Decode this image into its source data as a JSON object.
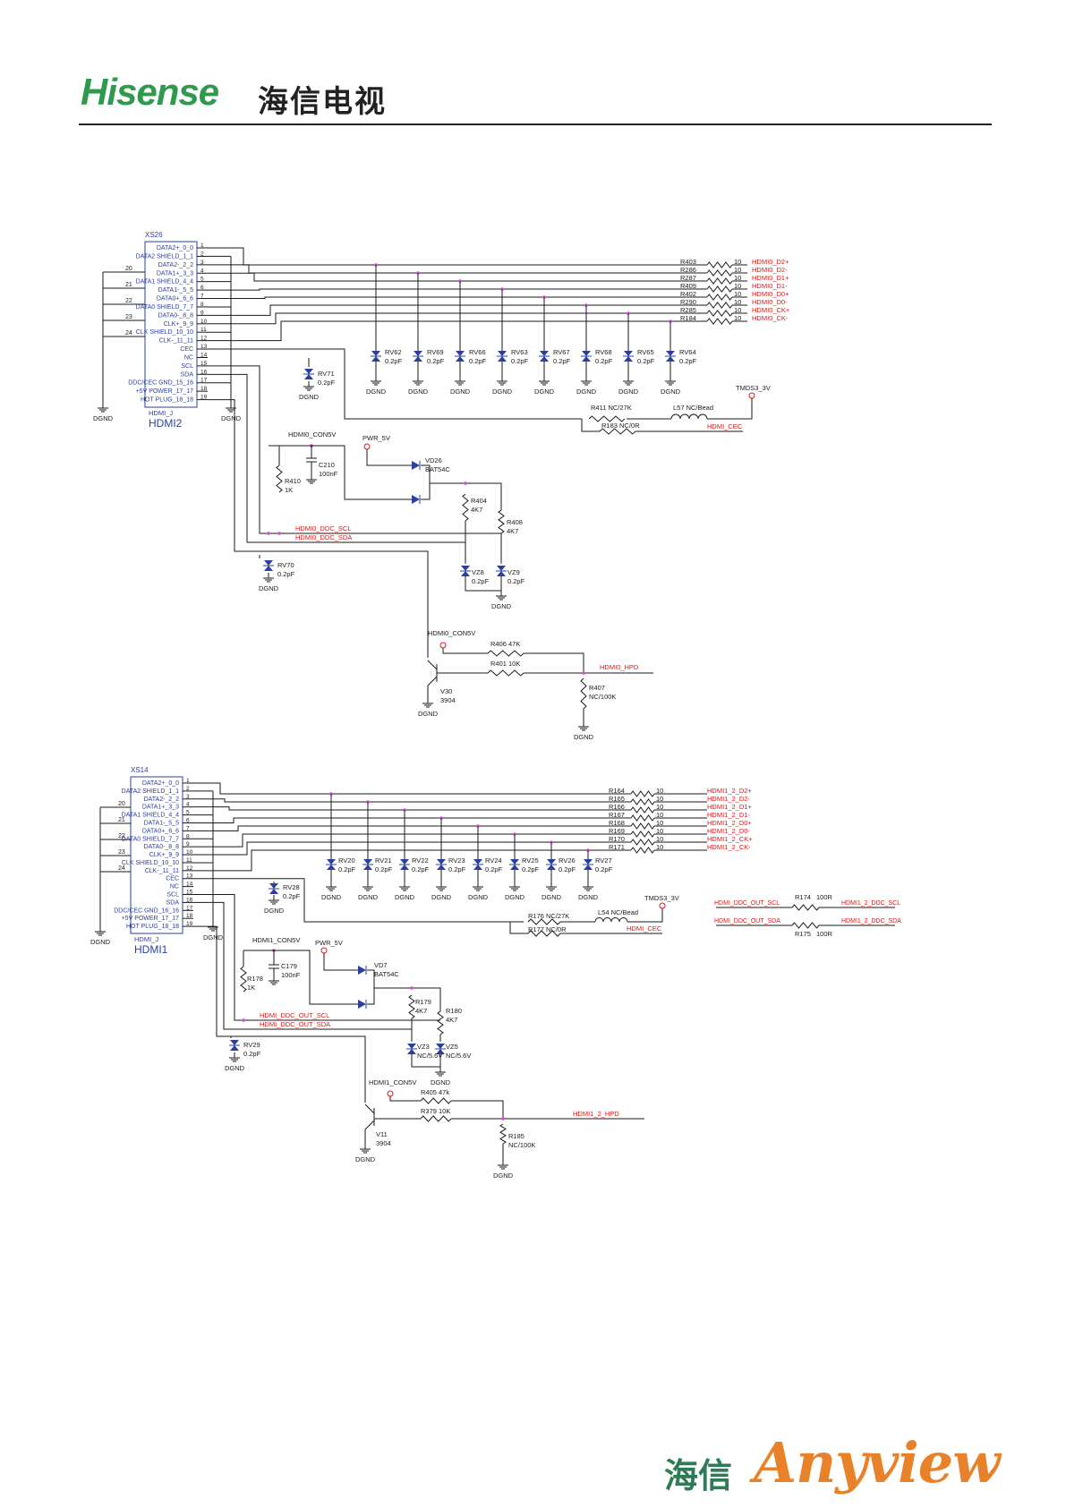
{
  "header": {
    "logo_text": "Hisense",
    "logo_cn": "海信电视"
  },
  "footer": {
    "brand_cn": "海信",
    "brand_en": "Anyview"
  },
  "colors": {
    "wire": "#1a1a1a",
    "connector": "#2b3f9e",
    "net_label": "#d31919",
    "junction": "#e040e0",
    "logo_green": "#2f9a4e",
    "anyview_orange": "#e8822a"
  },
  "hdmi2": {
    "ref": "XS26",
    "part": "HDMI_J",
    "name": "HDMI2",
    "pins": [
      "DATA2+_0_0",
      "DATA2 SHIELD_1_1",
      "DATA2-_2_2",
      "DATA1+_3_3",
      "DATA1 SHIELD_4_4",
      "DATA1-_5_5",
      "DATA0+_6_6",
      "DATA0 SHIELD_7_7",
      "DATA0-_8_8",
      "CLK+_9_9",
      "CLK SHIELD_10_10",
      "CLK-_11_11",
      "CEC",
      "NC",
      "SCL",
      "SDA",
      "DDC/CEC GND_15_16",
      "+5V POWER_17_17",
      "HOT PLUG_18_18"
    ],
    "pin_numbers": [
      "1",
      "2",
      "3",
      "4",
      "5",
      "6",
      "7",
      "8",
      "9",
      "10",
      "11",
      "12",
      "13",
      "14",
      "15",
      "16",
      "17",
      "18",
      "19"
    ],
    "gnd_pins": [
      "20",
      "21",
      "22",
      "23",
      "24"
    ],
    "series_resistors": [
      {
        "ref": "R403",
        "value": "10",
        "net": "HDMI0_D2+"
      },
      {
        "ref": "R286",
        "value": "10",
        "net": "HDMI0_D2-"
      },
      {
        "ref": "R287",
        "value": "10",
        "net": "HDMI0_D1+"
      },
      {
        "ref": "R409",
        "value": "10",
        "net": "HDMI0_D1-"
      },
      {
        "ref": "R402",
        "value": "10",
        "net": "HDMI0_D0+"
      },
      {
        "ref": "R290",
        "value": "10",
        "net": "HDMI0_D0-"
      },
      {
        "ref": "R285",
        "value": "10",
        "net": "HDMI0_CK+"
      },
      {
        "ref": "R184",
        "value": "10",
        "net": "HDMI0_CK-"
      }
    ],
    "tvs": [
      {
        "ref": "RV62",
        "value": "0.2pF"
      },
      {
        "ref": "RV69",
        "value": "0.2pF"
      },
      {
        "ref": "RV66",
        "value": "0.2pF"
      },
      {
        "ref": "RV63",
        "value": "0.2pF"
      },
      {
        "ref": "RV67",
        "value": "0.2pF"
      },
      {
        "ref": "RV68",
        "value": "0.2pF"
      },
      {
        "ref": "RV65",
        "value": "0.2pF"
      },
      {
        "ref": "RV64",
        "value": "0.2pF"
      }
    ],
    "rv71": {
      "ref": "RV71",
      "value": "0.2pF"
    },
    "rv70": {
      "ref": "RV70",
      "value": "0.2pF"
    },
    "r411": {
      "ref": "R411",
      "value": "NC/27K"
    },
    "r183": {
      "ref": "R183",
      "value": "NC/0R"
    },
    "l57": {
      "ref": "L57",
      "value": "NC/Bead"
    },
    "tmds": "TMDS3_3V",
    "cec_net": "HDMI_CEC",
    "con5v": "HDMI0_CON5V",
    "pwr": "PWR_5V",
    "vd": {
      "ref": "VD26",
      "value": "BAT54C"
    },
    "c": {
      "ref": "C210",
      "value": "100nF"
    },
    "r410": {
      "ref": "R410",
      "value": "1K"
    },
    "r404": {
      "ref": "R404",
      "value": "4K7"
    },
    "r408": {
      "ref": "R408",
      "value": "4K7"
    },
    "vz8": {
      "ref": "VZ8",
      "value": "0.2pF"
    },
    "vz9": {
      "ref": "VZ9",
      "value": "0.2pF"
    },
    "scl_net": "HDMI0_DDC_SCL",
    "sda_net": "HDMI0_DDC_SDA",
    "r406": {
      "ref": "R406",
      "value": "47K"
    },
    "r401": {
      "ref": "R401",
      "value": "10K"
    },
    "r407": {
      "ref": "R407",
      "value": "NC/100K"
    },
    "q": {
      "ref": "V30",
      "value": "3904"
    },
    "hpd_net": "HDMI0_HPD",
    "gnd": "DGND"
  },
  "hdmi1": {
    "ref": "XS14",
    "part": "HDMI_J",
    "name": "HDMI1",
    "pins": [
      "DATA2+_0_0",
      "DATA2 SHIELD_1_1",
      "DATA2-_2_2",
      "DATA1+_3_3",
      "DATA1 SHIELD_4_4",
      "DATA1-_5_5",
      "DATA0+_6_6",
      "DATA0 SHIELD_7_7",
      "DATA0-_8_8",
      "CLK+_9_9",
      "CLK SHIELD_10_10",
      "CLK-_11_11",
      "CEC",
      "NC",
      "SCL",
      "SDA",
      "DDC/CEC GND_16_16",
      "+5V POWER_17_17",
      "HOT PLUG_18_18"
    ],
    "pin_numbers": [
      "1",
      "2",
      "3",
      "4",
      "5",
      "6",
      "7",
      "8",
      "9",
      "10",
      "11",
      "12",
      "13",
      "14",
      "15",
      "16",
      "17",
      "18",
      "19"
    ],
    "gnd_pins": [
      "20",
      "21",
      "22",
      "23",
      "24"
    ],
    "series_resistors": [
      {
        "ref": "R164",
        "value": "10",
        "net": "HDMI1_2_D2+"
      },
      {
        "ref": "R165",
        "value": "10",
        "net": "HDMI1_2_D2-"
      },
      {
        "ref": "R166",
        "value": "10",
        "net": "HDMI1_2_D1+"
      },
      {
        "ref": "R167",
        "value": "10",
        "net": "HDMI1_2_D1-"
      },
      {
        "ref": "R168",
        "value": "10",
        "net": "HDMI1_2_D0+"
      },
      {
        "ref": "R169",
        "value": "10",
        "net": "HDMI1_2_D0-"
      },
      {
        "ref": "R170",
        "value": "10",
        "net": "HDMI1_2_CK+"
      },
      {
        "ref": "R171",
        "value": "10",
        "net": "HDMI1_2_CK-"
      }
    ],
    "tvs": [
      {
        "ref": "RV20",
        "value": "0.2pF"
      },
      {
        "ref": "RV21",
        "value": "0.2pF"
      },
      {
        "ref": "RV22",
        "value": "0.2pF"
      },
      {
        "ref": "RV23",
        "value": "0.2pF"
      },
      {
        "ref": "RV24",
        "value": "0.2pF"
      },
      {
        "ref": "RV25",
        "value": "0.2pF"
      },
      {
        "ref": "RV26",
        "value": "0.2pF"
      },
      {
        "ref": "RV27",
        "value": "0.2pF"
      }
    ],
    "rv28": {
      "ref": "RV28",
      "value": "0.2pF"
    },
    "rv29": {
      "ref": "RV29",
      "value": "0.2pF"
    },
    "r176": {
      "ref": "R176",
      "value": "NC/27K"
    },
    "r177": {
      "ref": "R177",
      "value": "NC/0R"
    },
    "l54": {
      "ref": "L54",
      "value": "NC/Bead"
    },
    "tmds": "TMDS3_3V",
    "cec_net": "HDMI_CEC",
    "con5v": "HDMI1_CON5V",
    "pwr": "PWR_5V",
    "vd": {
      "ref": "VD7",
      "value": "BAT54C"
    },
    "c": {
      "ref": "C179",
      "value": "100nF"
    },
    "r178": {
      "ref": "R178",
      "value": "1K"
    },
    "r179": {
      "ref": "R179",
      "value": "4K7"
    },
    "r180": {
      "ref": "R180",
      "value": "4K7"
    },
    "vz3": {
      "ref": "VZ3",
      "value": "NC/5.6V"
    },
    "vz5": {
      "ref": "VZ5",
      "value": "NC/5.6V"
    },
    "scl_net": "HDMI_DDC_OUT_SCL",
    "sda_net": "HDMI_DDC_OUT_SDA",
    "r405": {
      "ref": "R405",
      "value": "47k"
    },
    "r379": {
      "ref": "R379",
      "value": "10K"
    },
    "r185": {
      "ref": "R185",
      "value": "NC/100K"
    },
    "q": {
      "ref": "V11",
      "value": "3904"
    },
    "hpd_net": "HDMI1_2_HPD",
    "r174": {
      "ref": "R174",
      "value": "100R",
      "in": "HDMI_DDC_OUT_SCL",
      "out": "HDMI1_2_DDC_SCL"
    },
    "r175": {
      "ref": "R175",
      "value": "100R",
      "in": "HDMI_DDC_OUT_SDA",
      "out": "HDMI1_2_DDC_SDA"
    },
    "gnd": "DGND"
  }
}
